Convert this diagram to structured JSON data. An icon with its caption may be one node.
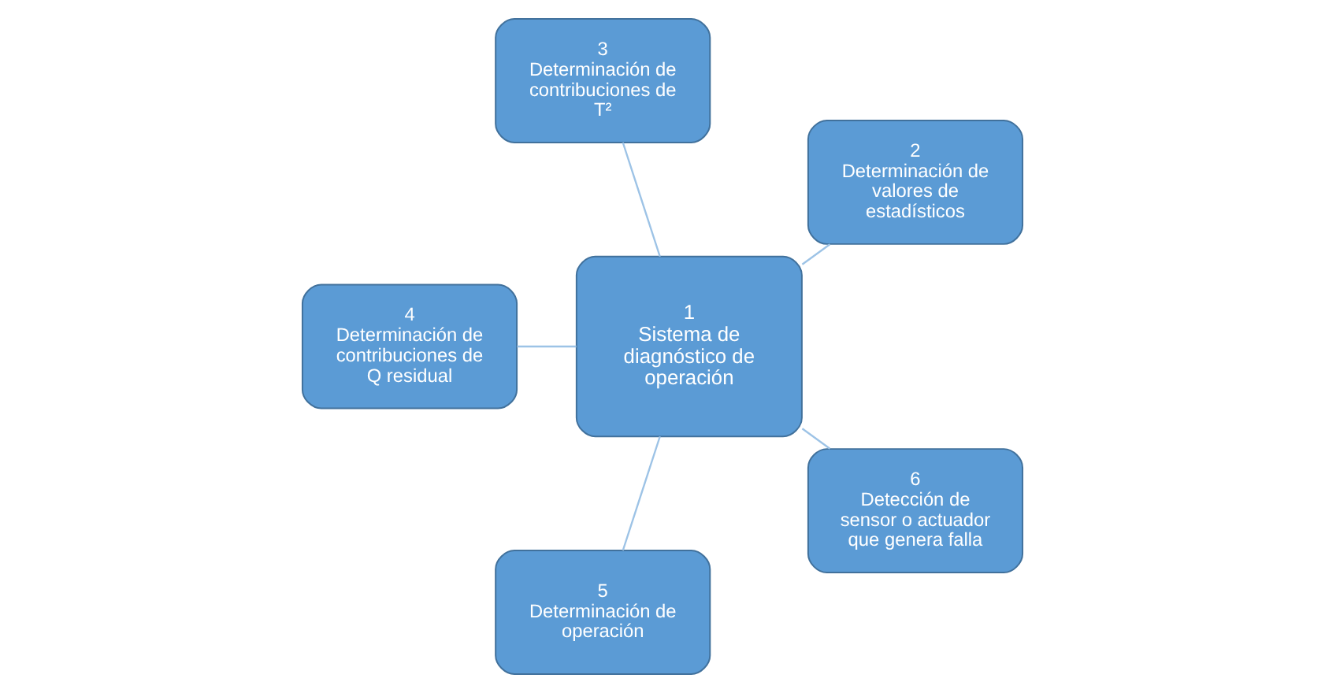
{
  "diagram": {
    "nodes": [
      {
        "text": [
          "1",
          "Sistema de diagnóstico de operación"
        ]
      },
      {
        "text": [
          "2",
          "Determinación de valores de estadísticos"
        ]
      },
      {
        "text": [
          "3",
          "Determinación de contribuciones de T²"
        ]
      },
      {
        "text": [
          "4",
          "Determinación de contribuciones de Q residual"
        ]
      },
      {
        "text": [
          "5",
          "Determinación de operación"
        ]
      },
      {
        "text": [
          "6",
          "Detección de sensor o actuador que genera falla"
        ]
      }
    ],
    "edges": [
      {
        "from": 0,
        "to": 1,
        "arrow": "none"
      },
      {
        "from": 0,
        "to": 2,
        "arrow": "none"
      },
      {
        "from": 0,
        "to": 3,
        "arrow": "none"
      },
      {
        "from": 0,
        "to": 4,
        "arrow": "none"
      },
      {
        "from": 0,
        "to": 5,
        "arrow": "none"
      }
    ]
  }
}
